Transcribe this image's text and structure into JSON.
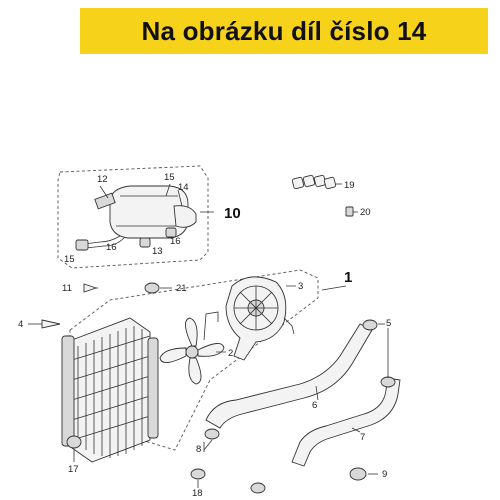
{
  "banner": {
    "text": "Na obrázku díl číslo 14",
    "color": "#f6d21b"
  },
  "callouts": {
    "c1": "1",
    "c2": "2",
    "c3": "3",
    "c4": "4",
    "c5": "5",
    "c6": "6",
    "c7": "7",
    "c8": "8",
    "c9": "9",
    "c10": "10",
    "c11": "11",
    "c12": "12",
    "c13": "13",
    "c14": "14",
    "c15a": "15",
    "c15b": "15",
    "c16a": "16",
    "c16b": "16",
    "c17": "17",
    "c18": "18",
    "c19": "19",
    "c20": "20",
    "c21": "21"
  }
}
